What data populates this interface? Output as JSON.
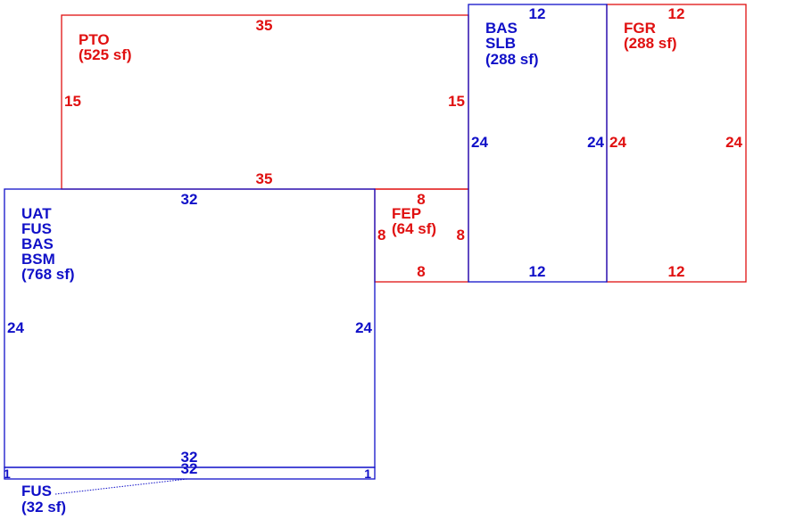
{
  "colors": {
    "red": "#e01010",
    "blue": "#1010c8"
  },
  "areas": {
    "pto": {
      "codes": [
        "PTO"
      ],
      "area": "(525 sf)",
      "dims": {
        "top": "35",
        "bottom": "35",
        "left": "15",
        "right": "15"
      }
    },
    "main": {
      "codes": [
        "UAT",
        "FUS",
        "BAS",
        "BSM"
      ],
      "area": "(768 sf)",
      "dims": {
        "top": "32",
        "bottom": "32",
        "left": "24",
        "right": "24"
      }
    },
    "fep": {
      "codes": [
        "FEP"
      ],
      "area": "(64 sf)",
      "dims": {
        "top": "8",
        "bottom": "8",
        "left": "8",
        "right": "8"
      }
    },
    "bas_slb": {
      "codes": [
        "BAS",
        "SLB"
      ],
      "area": "(288 sf)",
      "dims": {
        "top": "12",
        "bottom": "12",
        "left": "24",
        "right": "24"
      }
    },
    "fgr": {
      "codes": [
        "FGR"
      ],
      "area": "(288 sf)",
      "dims": {
        "top": "12",
        "bottom": "12",
        "left": "24",
        "right": "24"
      }
    },
    "fus_strip": {
      "codes": [
        "FUS"
      ],
      "area": "(32 sf)",
      "dims": {
        "top": "32",
        "left": "1",
        "right": "1"
      }
    }
  }
}
